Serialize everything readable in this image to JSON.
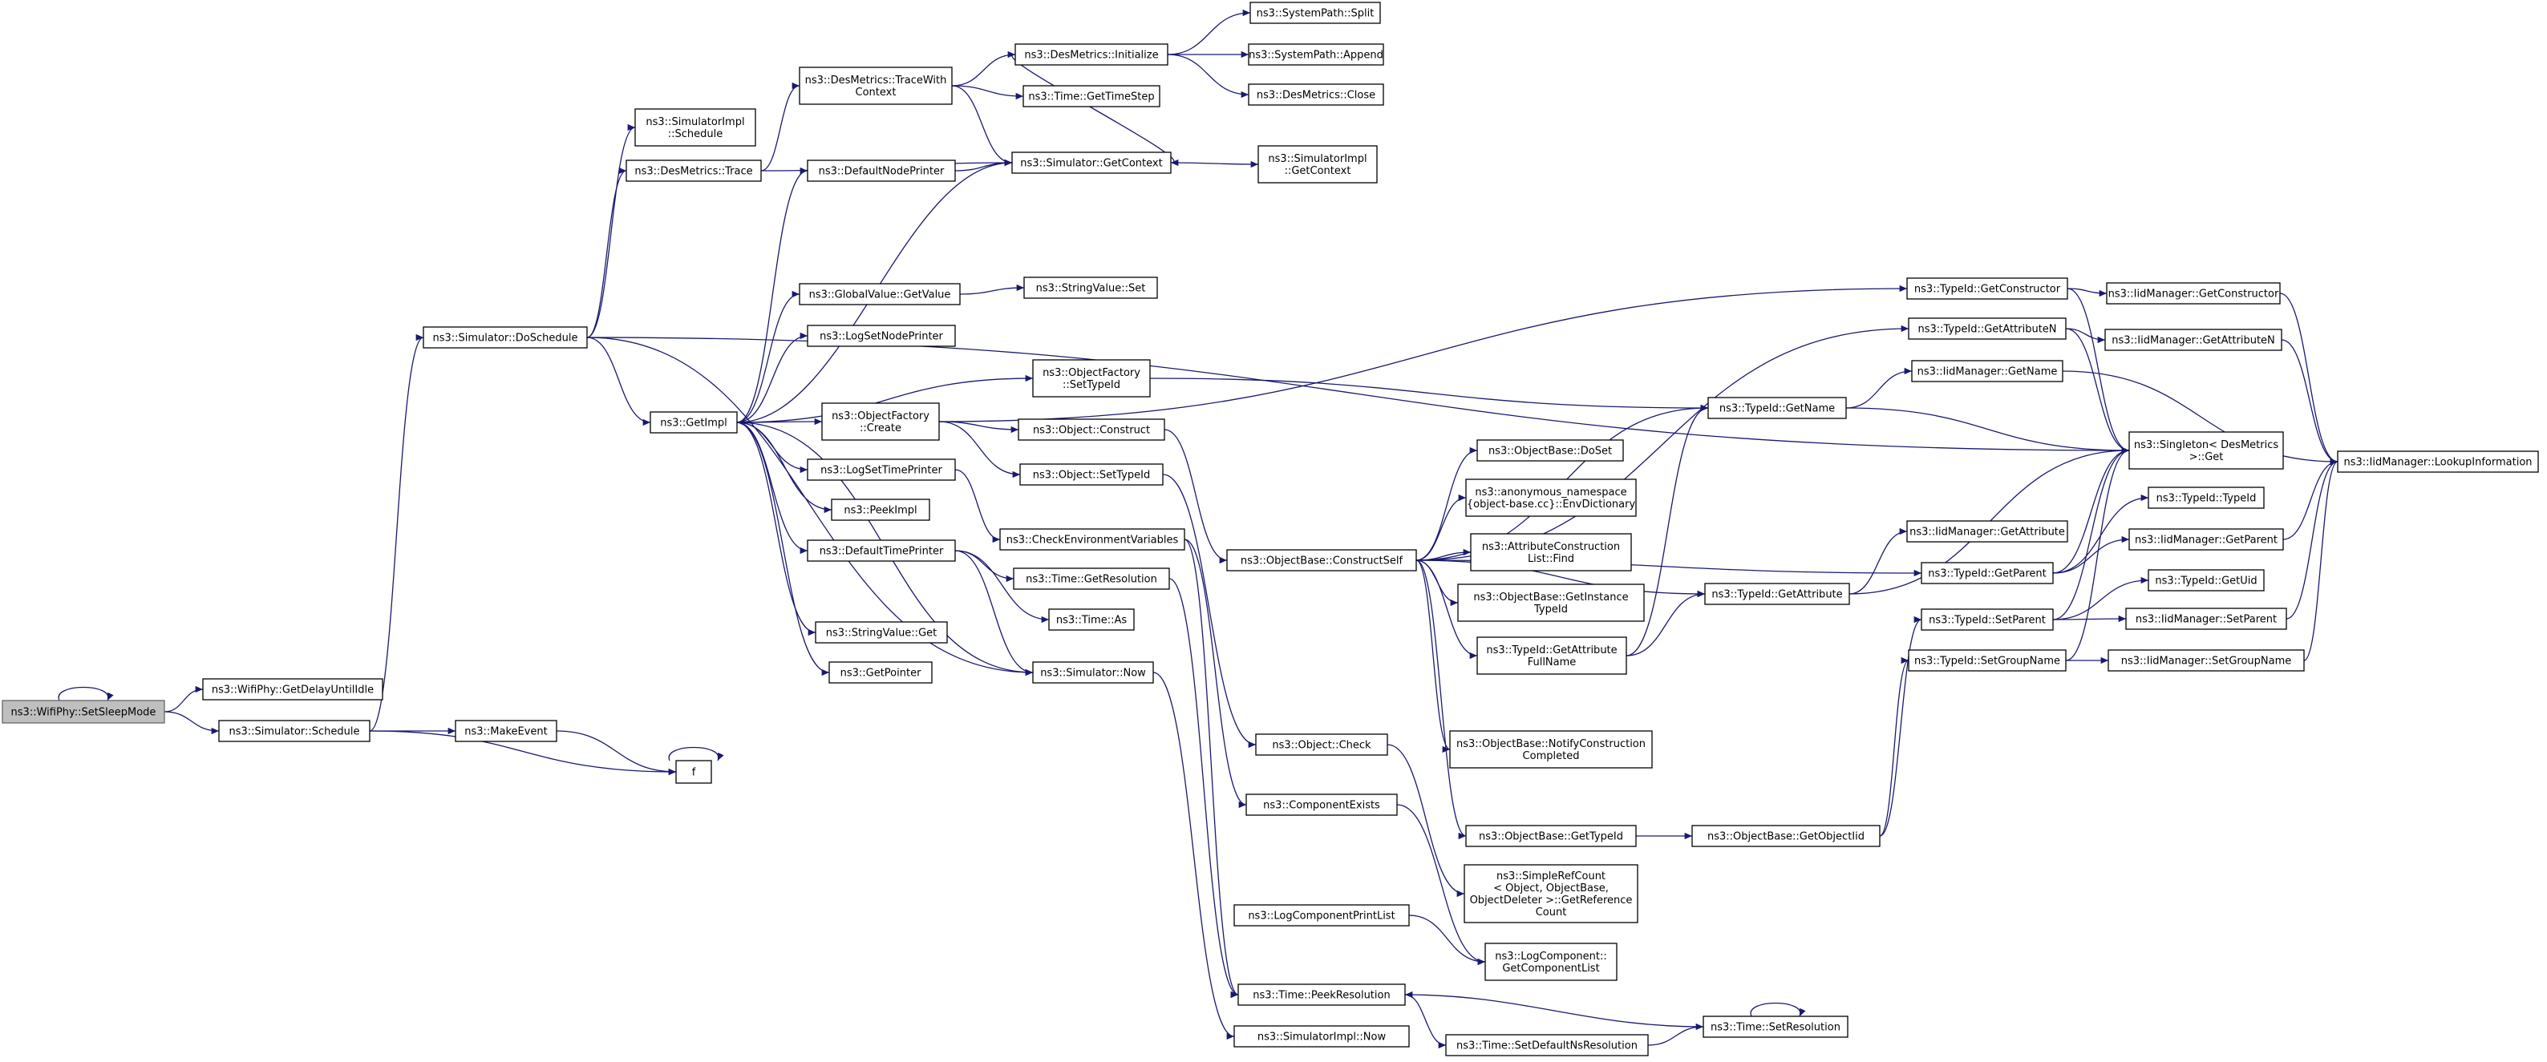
{
  "colors": {
    "edge": "#191970",
    "node_border": "#000000",
    "root_fill": "#bfbfbf",
    "node_fill": "#ffffff"
  },
  "nodes": [
    {
      "id": "setsleep",
      "lines": [
        "ns3::WifiPhy::SetSleepMode"
      ],
      "root": true
    },
    {
      "id": "getdelay",
      "lines": [
        "ns3::WifiPhy::GetDelayUntilIdle"
      ]
    },
    {
      "id": "schedule",
      "lines": [
        "ns3::Simulator::Schedule"
      ]
    },
    {
      "id": "makeevent",
      "lines": [
        "ns3::MakeEvent"
      ]
    },
    {
      "id": "f",
      "lines": [
        "f"
      ]
    },
    {
      "id": "doschedule",
      "lines": [
        "ns3::Simulator::DoSchedule"
      ]
    },
    {
      "id": "simimplsched",
      "lines": [
        "ns3::SimulatorImpl",
        "::Schedule"
      ]
    },
    {
      "id": "destrace",
      "lines": [
        "ns3::DesMetrics::Trace"
      ]
    },
    {
      "id": "getimpl",
      "lines": [
        "ns3::GetImpl"
      ]
    },
    {
      "id": "tracewith",
      "lines": [
        "ns3::DesMetrics::TraceWith",
        "Context"
      ]
    },
    {
      "id": "defnode",
      "lines": [
        "ns3::DefaultNodePrinter"
      ]
    },
    {
      "id": "gvgetvalue",
      "lines": [
        "ns3::GlobalValue::GetValue"
      ]
    },
    {
      "id": "logsetnode",
      "lines": [
        "ns3::LogSetNodePrinter"
      ]
    },
    {
      "id": "ofcreate",
      "lines": [
        "ns3::ObjectFactory",
        "::Create"
      ]
    },
    {
      "id": "logsettime",
      "lines": [
        "ns3::LogSetTimePrinter"
      ]
    },
    {
      "id": "peekimpl",
      "lines": [
        "ns3::PeekImpl"
      ]
    },
    {
      "id": "deftime",
      "lines": [
        "ns3::DefaultTimePrinter"
      ]
    },
    {
      "id": "svget",
      "lines": [
        "ns3::StringValue::Get"
      ]
    },
    {
      "id": "getpointer",
      "lines": [
        "ns3::GetPointer"
      ]
    },
    {
      "id": "desinit",
      "lines": [
        "ns3::DesMetrics::Initialize"
      ]
    },
    {
      "id": "gettimestep",
      "lines": [
        "ns3::Time::GetTimeStep"
      ]
    },
    {
      "id": "simgetctx",
      "lines": [
        "ns3::Simulator::GetContext"
      ]
    },
    {
      "id": "spsplit",
      "lines": [
        "ns3::SystemPath::Split"
      ]
    },
    {
      "id": "spappend",
      "lines": [
        "ns3::SystemPath::Append"
      ]
    },
    {
      "id": "desclose",
      "lines": [
        "ns3::DesMetrics::Close"
      ]
    },
    {
      "id": "simimplctx",
      "lines": [
        "ns3::SimulatorImpl",
        "::GetContext"
      ]
    },
    {
      "id": "svset",
      "lines": [
        "ns3::StringValue::Set"
      ]
    },
    {
      "id": "ofsettype",
      "lines": [
        "ns3::ObjectFactory",
        "::SetTypeId"
      ]
    },
    {
      "id": "objconstruct",
      "lines": [
        "ns3::Object::Construct"
      ]
    },
    {
      "id": "objsettype",
      "lines": [
        "ns3::Object::SetTypeId"
      ]
    },
    {
      "id": "checkenv",
      "lines": [
        "ns3::CheckEnvironmentVariables"
      ]
    },
    {
      "id": "timegetres",
      "lines": [
        "ns3::Time::GetResolution"
      ]
    },
    {
      "id": "timeas",
      "lines": [
        "ns3::Time::As"
      ]
    },
    {
      "id": "simnow",
      "lines": [
        "ns3::Simulator::Now"
      ]
    },
    {
      "id": "constructself",
      "lines": [
        "ns3::ObjectBase::ConstructSelf"
      ]
    },
    {
      "id": "objcheck",
      "lines": [
        "ns3::Object::Check"
      ]
    },
    {
      "id": "compexists",
      "lines": [
        "ns3::ComponentExists"
      ]
    },
    {
      "id": "logcompprint",
      "lines": [
        "ns3::LogComponentPrintList"
      ]
    },
    {
      "id": "peekres",
      "lines": [
        "ns3::Time::PeekResolution"
      ]
    },
    {
      "id": "simimplnow",
      "lines": [
        "ns3::SimulatorImpl::Now"
      ]
    },
    {
      "id": "setdefns",
      "lines": [
        "ns3::Time::SetDefaultNsResolution"
      ]
    },
    {
      "id": "setres",
      "lines": [
        "ns3::Time::SetResolution"
      ]
    },
    {
      "id": "doset",
      "lines": [
        "ns3::ObjectBase::DoSet"
      ]
    },
    {
      "id": "envdict",
      "lines": [
        "ns3::anonymous_namespace",
        "{object-base.cc}::EnvDictionary"
      ]
    },
    {
      "id": "acfind",
      "lines": [
        "ns3::AttributeConstruction",
        "List::Find"
      ]
    },
    {
      "id": "getinsttype",
      "lines": [
        "ns3::ObjectBase::GetInstance",
        "TypeId"
      ]
    },
    {
      "id": "getattrfull",
      "lines": [
        "ns3::TypeId::GetAttribute",
        "FullName"
      ]
    },
    {
      "id": "notifycons",
      "lines": [
        "ns3::ObjectBase::NotifyConstruction",
        "Completed"
      ]
    },
    {
      "id": "obgettypeid",
      "lines": [
        "ns3::ObjectBase::GetTypeId"
      ]
    },
    {
      "id": "simplerefcount",
      "lines": [
        "ns3::SimpleRefCount",
        "< Object, ObjectBase,",
        "ObjectDeleter >::GetReference",
        "Count"
      ]
    },
    {
      "id": "logcompget",
      "lines": [
        "ns3::LogComponent::",
        "GetComponentList"
      ]
    },
    {
      "id": "getobjectiid",
      "lines": [
        "ns3::ObjectBase::GetObjectIid"
      ]
    },
    {
      "id": "tidgetname",
      "lines": [
        "ns3::TypeId::GetName"
      ]
    },
    {
      "id": "tidgetattr",
      "lines": [
        "ns3::TypeId::GetAttribute"
      ]
    },
    {
      "id": "tidgetcons",
      "lines": [
        "ns3::TypeId::GetConstructor"
      ]
    },
    {
      "id": "tidgetattrn",
      "lines": [
        "ns3::TypeId::GetAttributeN"
      ]
    },
    {
      "id": "iidgetname",
      "lines": [
        "ns3::IidManager::GetName"
      ]
    },
    {
      "id": "iidgetattr",
      "lines": [
        "ns3::IidManager::GetAttribute"
      ]
    },
    {
      "id": "tidgetparent",
      "lines": [
        "ns3::TypeId::GetParent"
      ]
    },
    {
      "id": "tidsetparent",
      "lines": [
        "ns3::TypeId::SetParent"
      ]
    },
    {
      "id": "tidsetgroup",
      "lines": [
        "ns3::TypeId::SetGroupName"
      ]
    },
    {
      "id": "iidgetcons",
      "lines": [
        "ns3::IidManager::GetConstructor"
      ]
    },
    {
      "id": "iidgetattrn",
      "lines": [
        "ns3::IidManager::GetAttributeN"
      ]
    },
    {
      "id": "singleton",
      "lines": [
        "ns3::Singleton< DesMetrics",
        " >::Get"
      ]
    },
    {
      "id": "tidtypeid",
      "lines": [
        "ns3::TypeId::TypeId"
      ]
    },
    {
      "id": "iidgetparent",
      "lines": [
        "ns3::IidManager::GetParent"
      ]
    },
    {
      "id": "tidgetuid",
      "lines": [
        "ns3::TypeId::GetUid"
      ]
    },
    {
      "id": "iidsetparent",
      "lines": [
        "ns3::IidManager::SetParent"
      ]
    },
    {
      "id": "iidsetgroup",
      "lines": [
        "ns3::IidManager::SetGroupName"
      ]
    },
    {
      "id": "lookup",
      "lines": [
        "ns3::IidManager::LookupInformation"
      ]
    }
  ],
  "edges": [
    [
      "setsleep",
      "setsleep"
    ],
    [
      "setsleep",
      "getdelay"
    ],
    [
      "setsleep",
      "schedule"
    ],
    [
      "schedule",
      "doschedule"
    ],
    [
      "schedule",
      "makeevent"
    ],
    [
      "schedule",
      "f"
    ],
    [
      "makeevent",
      "f"
    ],
    [
      "f",
      "f"
    ],
    [
      "doschedule",
      "simimplsched"
    ],
    [
      "doschedule",
      "destrace"
    ],
    [
      "doschedule",
      "getimpl"
    ],
    [
      "doschedule",
      "singleton"
    ],
    [
      "doschedule",
      "simnow"
    ],
    [
      "destrace",
      "tracewith"
    ],
    [
      "destrace",
      "simgetctx"
    ],
    [
      "tracewith",
      "desinit"
    ],
    [
      "tracewith",
      "gettimestep"
    ],
    [
      "tracewith",
      "simgetctx"
    ],
    [
      "desinit",
      "spsplit"
    ],
    [
      "desinit",
      "spappend"
    ],
    [
      "desinit",
      "desclose"
    ],
    [
      "desinit",
      "simgetctx"
    ],
    [
      "simgetctx",
      "simimplctx"
    ],
    [
      "simgetctx",
      "getimpl"
    ],
    [
      "defnode",
      "simgetctx"
    ],
    [
      "getimpl",
      "defnode"
    ],
    [
      "getimpl",
      "gvgetvalue"
    ],
    [
      "getimpl",
      "logsetnode"
    ],
    [
      "getimpl",
      "ofsettype"
    ],
    [
      "getimpl",
      "ofcreate"
    ],
    [
      "getimpl",
      "logsettime"
    ],
    [
      "getimpl",
      "peekimpl"
    ],
    [
      "getimpl",
      "deftime"
    ],
    [
      "getimpl",
      "svget"
    ],
    [
      "getimpl",
      "getpointer"
    ],
    [
      "getimpl",
      "simnow"
    ],
    [
      "gvgetvalue",
      "svset"
    ],
    [
      "ofcreate",
      "objconstruct"
    ],
    [
      "ofcreate",
      "objsettype"
    ],
    [
      "ofcreate",
      "tidgetcons"
    ],
    [
      "ofsettype",
      "tidgetname"
    ],
    [
      "objconstruct",
      "constructself"
    ],
    [
      "objsettype",
      "objcheck"
    ],
    [
      "logsettime",
      "checkenv"
    ],
    [
      "checkenv",
      "compexists"
    ],
    [
      "checkenv",
      "peekres"
    ],
    [
      "deftime",
      "timegetres"
    ],
    [
      "deftime",
      "timeas"
    ],
    [
      "deftime",
      "simnow"
    ],
    [
      "timegetres",
      "peekres"
    ],
    [
      "simnow",
      "simimplnow"
    ],
    [
      "objcheck",
      "simplerefcount"
    ],
    [
      "compexists",
      "logcompget"
    ],
    [
      "logcompprint",
      "logcompget"
    ],
    [
      "peekres",
      "setdefns"
    ],
    [
      "setdefns",
      "setres"
    ],
    [
      "setres",
      "setres"
    ],
    [
      "setres",
      "peekres"
    ],
    [
      "constructself",
      "doset"
    ],
    [
      "constructself",
      "envdict"
    ],
    [
      "constructself",
      "acfind"
    ],
    [
      "constructself",
      "getinsttype"
    ],
    [
      "constructself",
      "getattrfull"
    ],
    [
      "constructself",
      "notifycons"
    ],
    [
      "constructself",
      "obgettypeid"
    ],
    [
      "constructself",
      "tidgetattr"
    ],
    [
      "constructself",
      "tidgetattrn"
    ],
    [
      "constructself",
      "tidgetname"
    ],
    [
      "constructself",
      "tidgetparent"
    ],
    [
      "getattrfull",
      "tidgetname"
    ],
    [
      "getattrfull",
      "tidgetattr"
    ],
    [
      "obgettypeid",
      "getobjectiid"
    ],
    [
      "getobjectiid",
      "tidsetparent"
    ],
    [
      "getobjectiid",
      "tidsetgroup"
    ],
    [
      "tidgetname",
      "iidgetname"
    ],
    [
      "tidgetname",
      "singleton"
    ],
    [
      "tidgetattr",
      "iidgetattr"
    ],
    [
      "tidgetattr",
      "singleton"
    ],
    [
      "tidgetcons",
      "iidgetcons"
    ],
    [
      "tidgetcons",
      "singleton"
    ],
    [
      "tidgetattrn",
      "iidgetattrn"
    ],
    [
      "tidgetattrn",
      "singleton"
    ],
    [
      "tidgetparent",
      "singleton"
    ],
    [
      "tidgetparent",
      "tidtypeid"
    ],
    [
      "tidgetparent",
      "iidgetparent"
    ],
    [
      "tidsetparent",
      "singleton"
    ],
    [
      "tidsetparent",
      "tidgetuid"
    ],
    [
      "tidsetparent",
      "iidsetparent"
    ],
    [
      "tidsetgroup",
      "singleton"
    ],
    [
      "tidsetgroup",
      "iidsetgroup"
    ],
    [
      "iidgetname",
      "lookup"
    ],
    [
      "iidgetcons",
      "lookup"
    ],
    [
      "iidgetattrn",
      "lookup"
    ],
    [
      "iidgetparent",
      "lookup"
    ],
    [
      "iidsetparent",
      "lookup"
    ],
    [
      "iidsetgroup",
      "lookup"
    ]
  ]
}
